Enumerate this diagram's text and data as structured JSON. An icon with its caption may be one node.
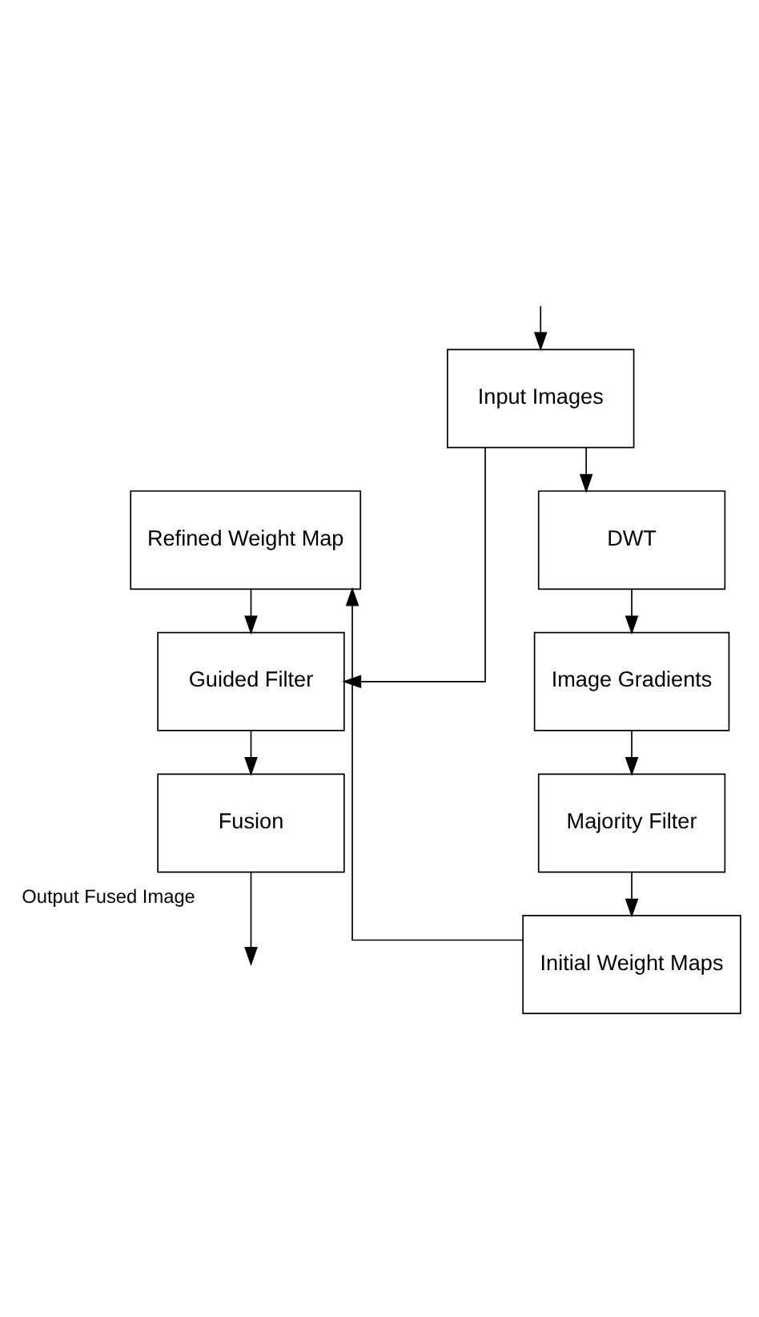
{
  "diagram": {
    "nodes": [
      {
        "text": [
          "Input Images"
        ]
      },
      {
        "text": [
          "Refined Weight Map"
        ]
      },
      {
        "text": [
          "DWT"
        ]
      },
      {
        "text": [
          "Guided Filter"
        ]
      },
      {
        "text": [
          "Image Gradients"
        ]
      },
      {
        "text": [
          "Fusion"
        ]
      },
      {
        "text": [
          "Majority Filter"
        ]
      },
      {
        "text": [
          "Initial Weight Maps"
        ]
      }
    ],
    "edges": [
      {
        "from": null,
        "to": 0,
        "arrow": "to"
      },
      {
        "from": 0,
        "to": 3,
        "arrow": "to"
      },
      {
        "from": 0,
        "to": 2,
        "arrow": "to"
      },
      {
        "from": 2,
        "to": 4,
        "arrow": "to"
      },
      {
        "from": 4,
        "to": 6,
        "arrow": "to"
      },
      {
        "from": 6,
        "to": 7,
        "arrow": "to"
      },
      {
        "from": 7,
        "to": 1,
        "arrow": "to"
      },
      {
        "from": 1,
        "to": 3,
        "arrow": "to"
      },
      {
        "from": 3,
        "to": 5,
        "arrow": "to"
      },
      {
        "from": 5,
        "to": null,
        "arrow": "to",
        "label": "Output Fused Image"
      }
    ]
  }
}
